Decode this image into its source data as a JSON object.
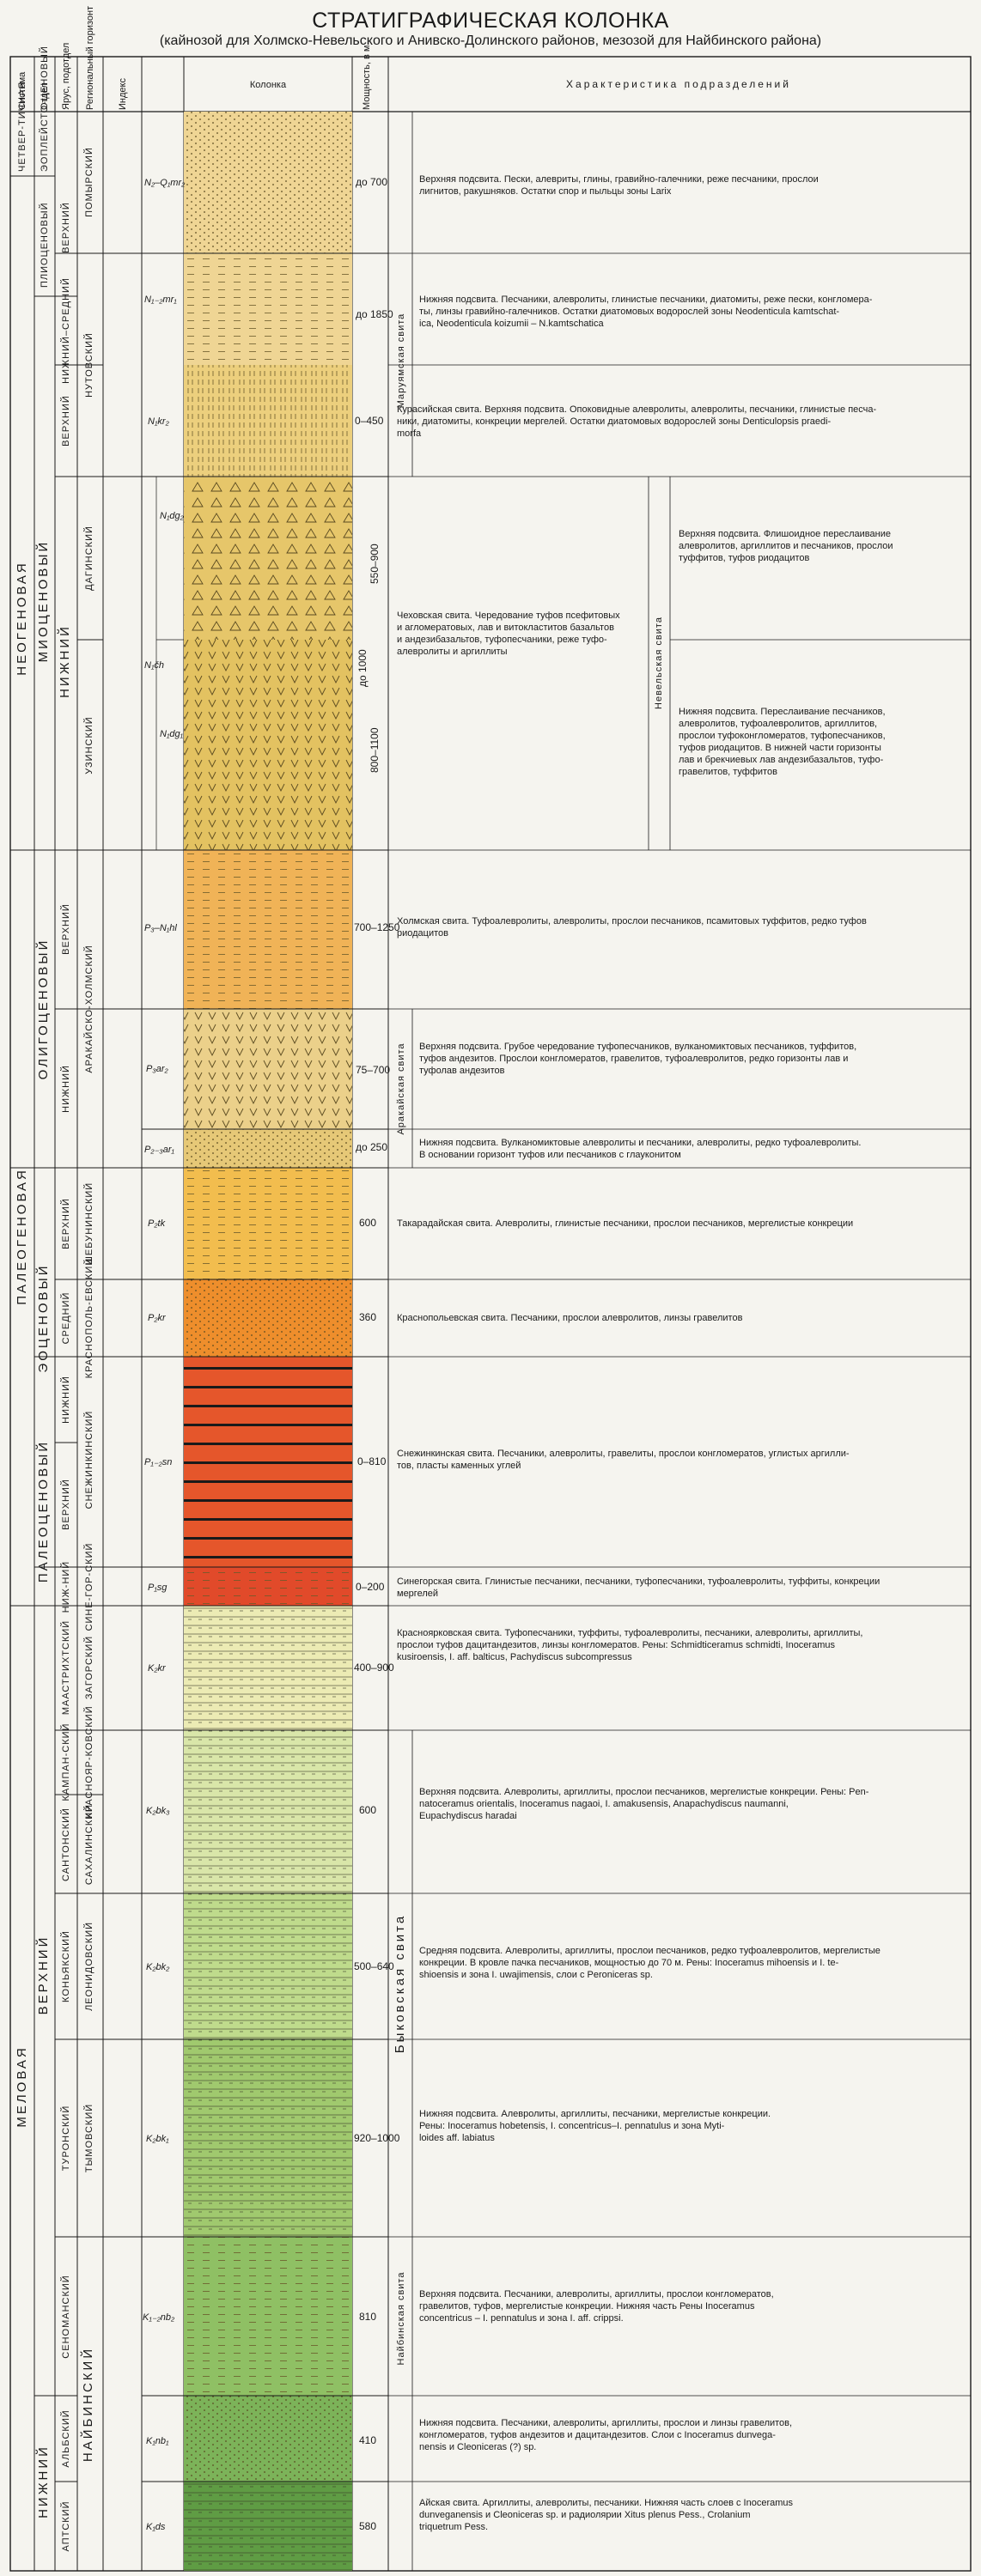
{
  "title": "СТРАТИГРАФИЧЕСКАЯ КОЛОНКА",
  "subtitle": "(кайнозой для Холмско-Невельского и Анивско-Долинского районов, мезозой для Найбинского района)",
  "headers": {
    "system": "Система",
    "department": "Отдел",
    "stage": "Ярус, подотдел",
    "horizon": "Региональный горизонт",
    "index": "Индекс",
    "column": "Колонка",
    "thickness": "Мощность, в м",
    "characteristic": "Характеристика подразделений"
  },
  "systems": [
    {
      "label": "ЧЕТВЕР-ТИЧНАЯ"
    },
    {
      "label": "НЕОГЕНОВАЯ"
    },
    {
      "label": "ПАЛЕОГЕНОВАЯ"
    },
    {
      "label": "МЕЛОВАЯ"
    }
  ],
  "departments": [
    {
      "label": "ЭОПЛЕЙСТО-ЦЕНОВЫЙ"
    },
    {
      "label": "ПЛИОЦЕНОВЫЙ"
    },
    {
      "label": "МИОЦЕНОВЫЙ"
    },
    {
      "label": "ОЛИГОЦЕНОВЫЙ"
    },
    {
      "label": "ЭОЦЕНОВЫЙ"
    },
    {
      "label": "ПАЛЕОЦЕНОВЫЙ"
    },
    {
      "label": "ВЕРХНИЙ"
    },
    {
      "label": "НИЖНИЙ"
    }
  ],
  "stages": [
    {
      "label": "ВЕРХНИЙ"
    },
    {
      "label": "НИЖНИЙ–СРЕДНИЙ"
    },
    {
      "label": "ВЕРХНИЙ"
    },
    {
      "label": "НИЖНИЙ"
    },
    {
      "label": "ВЕРХНИЙ"
    },
    {
      "label": "НИЖНИЙ"
    },
    {
      "label": "ВЕРХНИЙ"
    },
    {
      "label": "СРЕДНИЙ"
    },
    {
      "label": "НИЖНИЙ"
    },
    {
      "label": "ВЕРХНИЙ"
    },
    {
      "label": "НИЖ-НИЙ"
    },
    {
      "label": "МААСТРИХТСКИЙ"
    },
    {
      "label": "КАМПАН-СКИЙ"
    },
    {
      "label": "САНТОНСКИЙ"
    },
    {
      "label": "КОНЬЯКСКИЙ"
    },
    {
      "label": "ТУРОНСКИЙ"
    },
    {
      "label": "СЕНОМАНСКИЙ"
    },
    {
      "label": "АЛЬБСКИЙ"
    },
    {
      "label": "АПТСКИЙ"
    }
  ],
  "horizons": [
    {
      "label": "ПОМЫРСКИЙ"
    },
    {
      "label": "НУТОВСКИЙ"
    },
    {
      "label": "ДАГИНСКИЙ"
    },
    {
      "label": "УЗИНСКИЙ"
    },
    {
      "label": "АРАКАЙСКО-ХОЛМСКИЙ"
    },
    {
      "label": "ШЕБУНИНСКИЙ"
    },
    {
      "label": "КРАСНОПОЛЬ-ЕВСКИЙ"
    },
    {
      "label": "СНЕЖИНКИНСКИЙ"
    },
    {
      "label": "СИНЕ-ГОР-СКИЙ"
    },
    {
      "label": "ЗАГОРСКИЙ"
    },
    {
      "label": "КРАСНОЯР-КОВСКИЙ"
    },
    {
      "label": "САХАЛИНСКИЙ"
    },
    {
      "label": "ЛЕОНИДОВСКИЙ"
    },
    {
      "label": "ТЫМОВСКИЙ"
    },
    {
      "label": "НАЙБИНСКИЙ"
    }
  ],
  "indices": [
    {
      "label": "N₂–Q₁mr₂"
    },
    {
      "label": "N₁₋₂mr₁"
    },
    {
      "label": "N₁kr₂"
    },
    {
      "label": "N₁dg₂"
    },
    {
      "label": "N₁čh"
    },
    {
      "label": "N₁dg₁"
    },
    {
      "label": "P₃–N₁hl"
    },
    {
      "label": "P₃ar₂"
    },
    {
      "label": "P₂₋₃ar₁"
    },
    {
      "label": "P₂tk"
    },
    {
      "label": "P₂kr"
    },
    {
      "label": "P₁₋₂sn"
    },
    {
      "label": "P₁sg"
    },
    {
      "label": "K₂kr"
    },
    {
      "label": "K₂bk₃"
    },
    {
      "label": "K₂bk₂"
    },
    {
      "label": "K₂bk₁"
    },
    {
      "label": "K₁₋₂nb₂"
    },
    {
      "label": "K₁nb₁"
    },
    {
      "label": "K₁ds"
    }
  ],
  "thickness": [
    {
      "label": "до 700"
    },
    {
      "label": "до 1850"
    },
    {
      "label": "0–450"
    },
    {
      "label": "550–900"
    },
    {
      "label": "до 1000"
    },
    {
      "label": "800–1100"
    },
    {
      "label": "700–1250"
    },
    {
      "label": "75–700"
    },
    {
      "label": "до 250"
    },
    {
      "label": "600"
    },
    {
      "label": "360"
    },
    {
      "label": "0–810"
    },
    {
      "label": "0–200"
    },
    {
      "label": "400–900"
    },
    {
      "label": "600"
    },
    {
      "label": "500–640"
    },
    {
      "label": "920–1000"
    },
    {
      "label": "810"
    },
    {
      "label": "410"
    },
    {
      "label": "580"
    }
  ],
  "suites": [
    {
      "label": "Маруямская свита"
    },
    {
      "label": "Невельская свита"
    },
    {
      "label": "Аракайская свита"
    },
    {
      "label": "Быковская свита"
    },
    {
      "label": "Найбинская свита"
    }
  ],
  "descriptions": [
    {
      "lines": [
        "Верхняя подсвита. Пески, алевриты, глины, гравийно-галечники, реже песчаники, прослои",
        "лигнитов, ракушняков. Остатки спор и пыльцы зоны Larix"
      ]
    },
    {
      "lines": [
        "Нижняя подсвита. Песчаники, алевролиты, глинистые песчаники, диатомиты, реже пески, конгломера-",
        "ты, линзы гравийно-галечников. Остатки диатомовых водорослей зоны Neodenticula kamtschat-",
        "ica, Neodenticula koizumii – N.kamtschatica"
      ]
    },
    {
      "lines": [
        "Курасийская свита. Верхняя подсвита. Опоковидные алевролиты, алевролиты, песчаники, глинистые песча-",
        "ники, диатомиты, конкреции мергелей. Остатки диатомовых водорослей зоны Denticulopsis praedi-",
        "morfa"
      ]
    },
    {
      "lines": [
        "Верхняя подсвита. Флишоидное переслаивание",
        "алевролитов, аргиллитов и песчаников, прослои",
        "туффитов, туфов риодацитов"
      ]
    },
    {
      "lines": [
        "Чеховская свита. Чередование туфов псефитовых",
        "и агломератовых, лав и витокластитов базальтов",
        "и андезибазальтов, туфопесчаники, реже туфо-",
        "алевролиты и аргиллиты"
      ]
    },
    {
      "lines": [
        "Нижняя подсвита. Переслаивание песчаников,",
        "алевролитов, туфоалевролитов, аргиллитов,",
        "прослои туфоконгломератов, туфопесчаников,",
        "туфов риодацитов. В нижней части горизонты",
        "лав и брекчиевых лав андезибазальтов, туфо-",
        "гравелитов, туффитов"
      ]
    },
    {
      "lines": [
        "Холмская свита. Туфоалевролиты, алевролиты, прослои песчаников, псамитовых туффитов, редко туфов",
        "риодацитов"
      ]
    },
    {
      "lines": [
        "Верхняя подсвита. Грубое чередование туфопесчаников, вулканомиктовых песчаников, туффитов,",
        "туфов андезитов. Прослои конгломератов, гравелитов, туфоалевролитов, редко горизонты лав и",
        "туфолав андезитов"
      ]
    },
    {
      "lines": [
        "Нижняя подсвита. Вулканомиктовые алевролиты и песчаники, алевролиты, редко туфоалевролиты.",
        "В основании горизонт туфов или песчаников с глауконитом"
      ]
    },
    {
      "lines": [
        "Такарадайская свита. Алевролиты, глинистые песчаники, прослои песчаников, мергелистые конкреции"
      ]
    },
    {
      "lines": [
        "Краснопольевская свита. Песчаники, прослои алевролитов, линзы гравелитов"
      ]
    },
    {
      "lines": [
        "Снежинкинская свита. Песчаники, алевролиты, гравелиты, прослои конгломератов, углистых аргилли-",
        "тов, пласты каменных углей"
      ]
    },
    {
      "lines": [
        "Синегорская свита. Глинистые песчаники, песчаники, туфопесчаники, туфоалевролиты, туффиты, конкреции",
        "мергелей"
      ]
    },
    {
      "lines": [
        "Красноярковская свита. Туфопесчаники, туффиты, туфоалевролиты, песчаники, алевролиты, аргиллиты,",
        "прослои туфов дацитандезитов, линзы конгломератов. Рены: Schmidticeramus schmidti, Inoceramus",
        "kusiroensis, I. aff. balticus, Pachydiscus subcompressus"
      ]
    },
    {
      "lines": [
        "Верхняя подсвита. Алевролиты, аргиллиты, прослои песчаников, мергелистые конкреции. Рены: Pen-",
        "natoceramus orientalis, Inoceramus nagaoi, I. amakusensis, Anapachydiscus naumanni,",
        "Eupachydiscus haradai"
      ]
    },
    {
      "lines": [
        "Средняя подсвита. Алевролиты, аргиллиты, прослои песчаников, редко туфоалевролитов, мергелистые",
        "конкреции. В кровле пачка песчаников, мощностью до 70 м. Рены: Inoceramus mihoensis и I. te-",
        "shioensis и зона I. uwajimensis, слои с Peroniceras sp."
      ]
    },
    {
      "lines": [
        "Нижняя подсвита. Алевролиты, аргиллиты, песчаники, мергелистые конкреции.",
        "Рены: Inoceramus hobetensis, I. concentricus–I. pennatulus и зона Myti-",
        "loides aff. labiatus"
      ]
    },
    {
      "lines": [
        "Верхняя подсвита. Песчаники, алевролиты, аргиллиты, прослои конгломератов,",
        "гравелитов, туфов, мергелистые конкреции. Нижняя часть Рены Inoceramus",
        "concentricus – I. pennatulus и зона I. aff. crippsi."
      ]
    },
    {
      "lines": [
        "Нижняя подсвита. Песчаники, алевролиты, аргиллиты, прослои и линзы гравелитов,",
        "конгломератов, туфов андезитов и дацитандезитов. Слои с Inoceramus dunvega-",
        "nensis и Cleoniceras (?) sp."
      ]
    },
    {
      "lines": [
        "Айская свита. Аргиллиты, алевролиты, песчаники. Нижняя часть слоев с Inoceramus",
        "dunveganensis и Cleoniceras sp. и радиолярии Xitus plenus Pess., Crolanium",
        "triquetrum Pess."
      ]
    }
  ],
  "colors": {
    "ink": "#1a1a1a",
    "background": "#f5f4ef",
    "pliocene": "#efd594",
    "miocene": "#e6c66a",
    "oligocene_upper": "#f0b357",
    "oligocene_lower": "#ebd08a",
    "eocene": "#f2ad3e",
    "eocene_mid": "#ee8e2c",
    "paleocene": "#e5562b",
    "danian": "#e14a2a",
    "maastrichtian": "#ecebb4",
    "campanian": "#dfe8b6",
    "santonian": "#cadf9b",
    "coniacian": "#b9d787",
    "turonian": "#a0c96e",
    "cenomanian": "#8fc064",
    "albian": "#7cb359",
    "aptian": "#5f9c44"
  }
}
